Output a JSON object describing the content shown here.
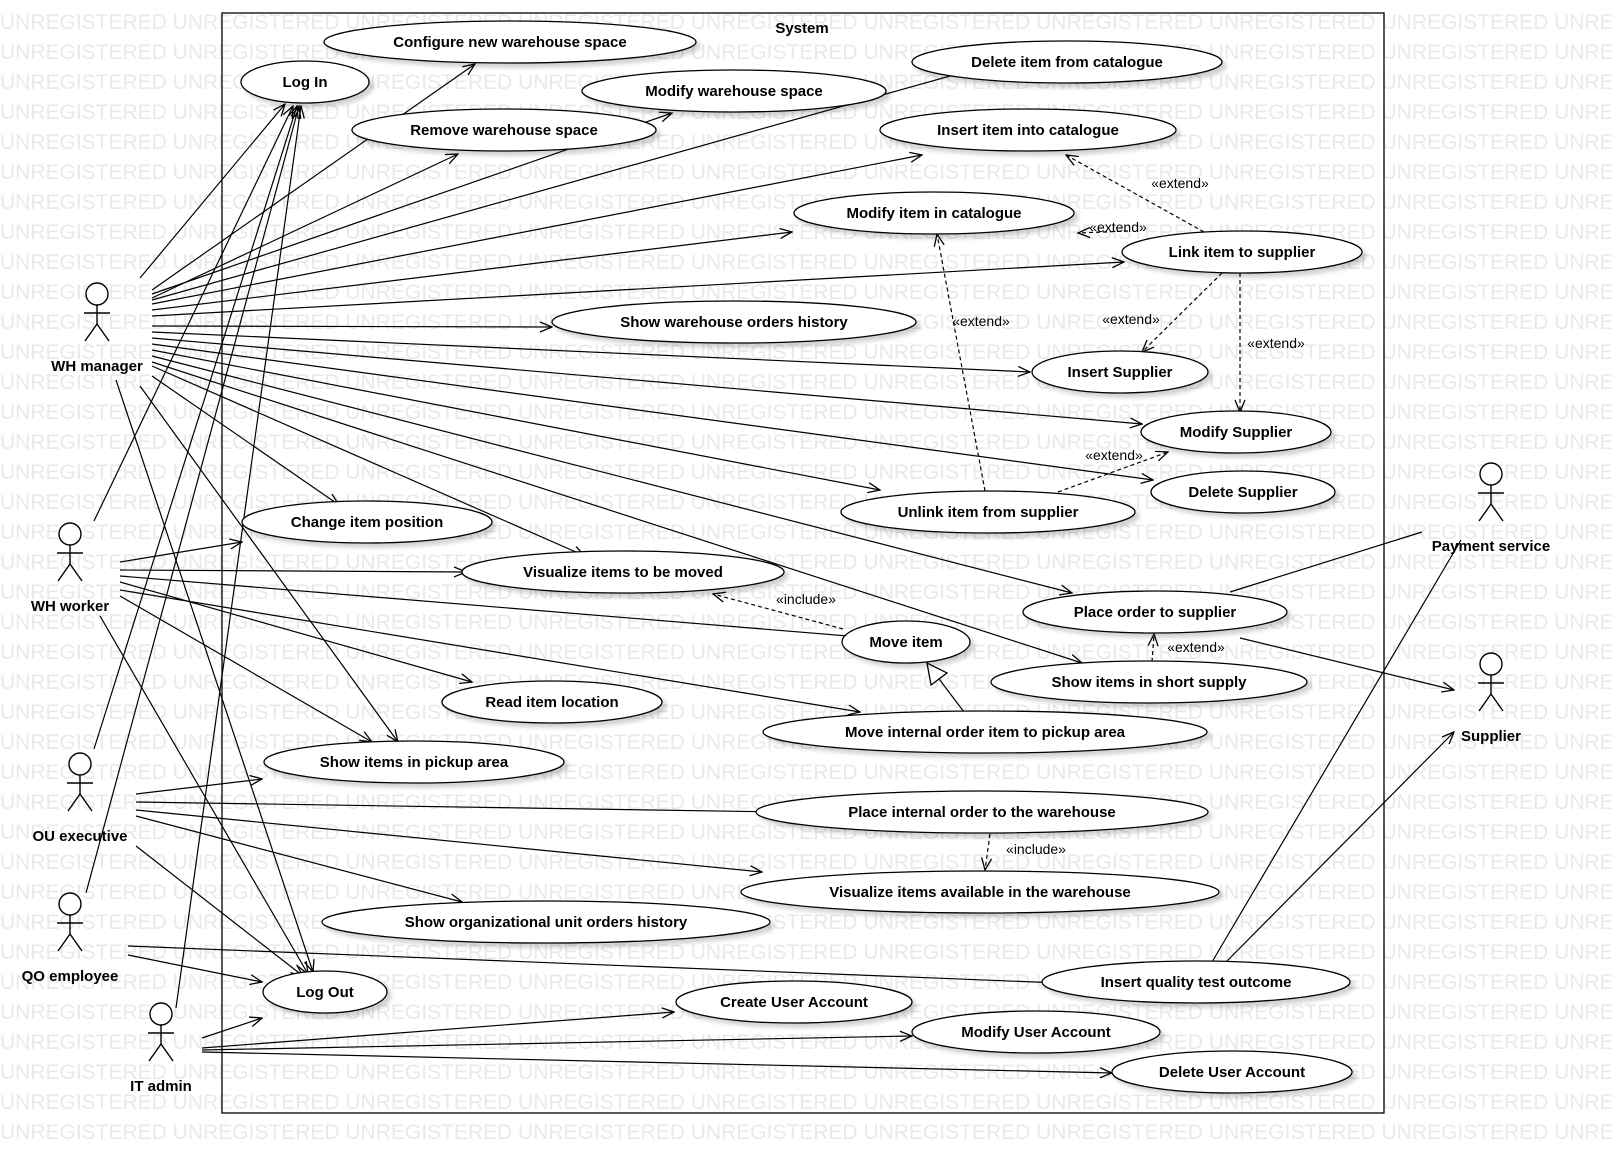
{
  "watermark": "UNREGISTERED",
  "system": {
    "label": "System"
  },
  "actors": [
    {
      "id": "whm",
      "label": "WH manager"
    },
    {
      "id": "whw",
      "label": "WH worker"
    },
    {
      "id": "oue",
      "label": "OU executive"
    },
    {
      "id": "qoe",
      "label": "QO employee"
    },
    {
      "id": "ita",
      "label": "IT admin"
    },
    {
      "id": "pay",
      "label": "Payment service"
    },
    {
      "id": "sup",
      "label": "Supplier"
    }
  ],
  "use_cases": [
    {
      "id": "cfg",
      "label": "Configure new warehouse space"
    },
    {
      "id": "login",
      "label": "Log In"
    },
    {
      "id": "delcat",
      "label": "Delete item from catalogue"
    },
    {
      "id": "modws",
      "label": "Modify warehouse space"
    },
    {
      "id": "remws",
      "label": "Remove warehouse space"
    },
    {
      "id": "inscat",
      "label": "Insert item into catalogue"
    },
    {
      "id": "modcat",
      "label": "Modify item in catalogue"
    },
    {
      "id": "link",
      "label": "Link item to supplier"
    },
    {
      "id": "hist",
      "label": "Show warehouse orders history"
    },
    {
      "id": "inssup",
      "label": "Insert Supplier"
    },
    {
      "id": "modsup",
      "label": "Modify Supplier"
    },
    {
      "id": "delsup",
      "label": "Delete Supplier"
    },
    {
      "id": "unlink",
      "label": "Unlink item from supplier"
    },
    {
      "id": "chpos",
      "label": "Change item position"
    },
    {
      "id": "vismov",
      "label": "Visualize items to be moved"
    },
    {
      "id": "porder",
      "label": "Place order to supplier"
    },
    {
      "id": "move",
      "label": "Move item"
    },
    {
      "id": "short",
      "label": "Show items in short supply"
    },
    {
      "id": "readloc",
      "label": "Read item location"
    },
    {
      "id": "mvint",
      "label": "Move internal order item to pickup area"
    },
    {
      "id": "pickup",
      "label": "Show items in pickup area"
    },
    {
      "id": "plint",
      "label": "Place internal order to the warehouse"
    },
    {
      "id": "visav",
      "label": "Visualize items available in the warehouse"
    },
    {
      "id": "ouhist",
      "label": "Show organizational unit orders history"
    },
    {
      "id": "qtest",
      "label": "Insert quality test outcome"
    },
    {
      "id": "logout",
      "label": "Log Out"
    },
    {
      "id": "cua",
      "label": "Create User Account"
    },
    {
      "id": "mua",
      "label": "Modify User Account"
    },
    {
      "id": "dua",
      "label": "Delete User Account"
    }
  ],
  "relations": {
    "extend": "«extend»",
    "include": "«include»"
  }
}
